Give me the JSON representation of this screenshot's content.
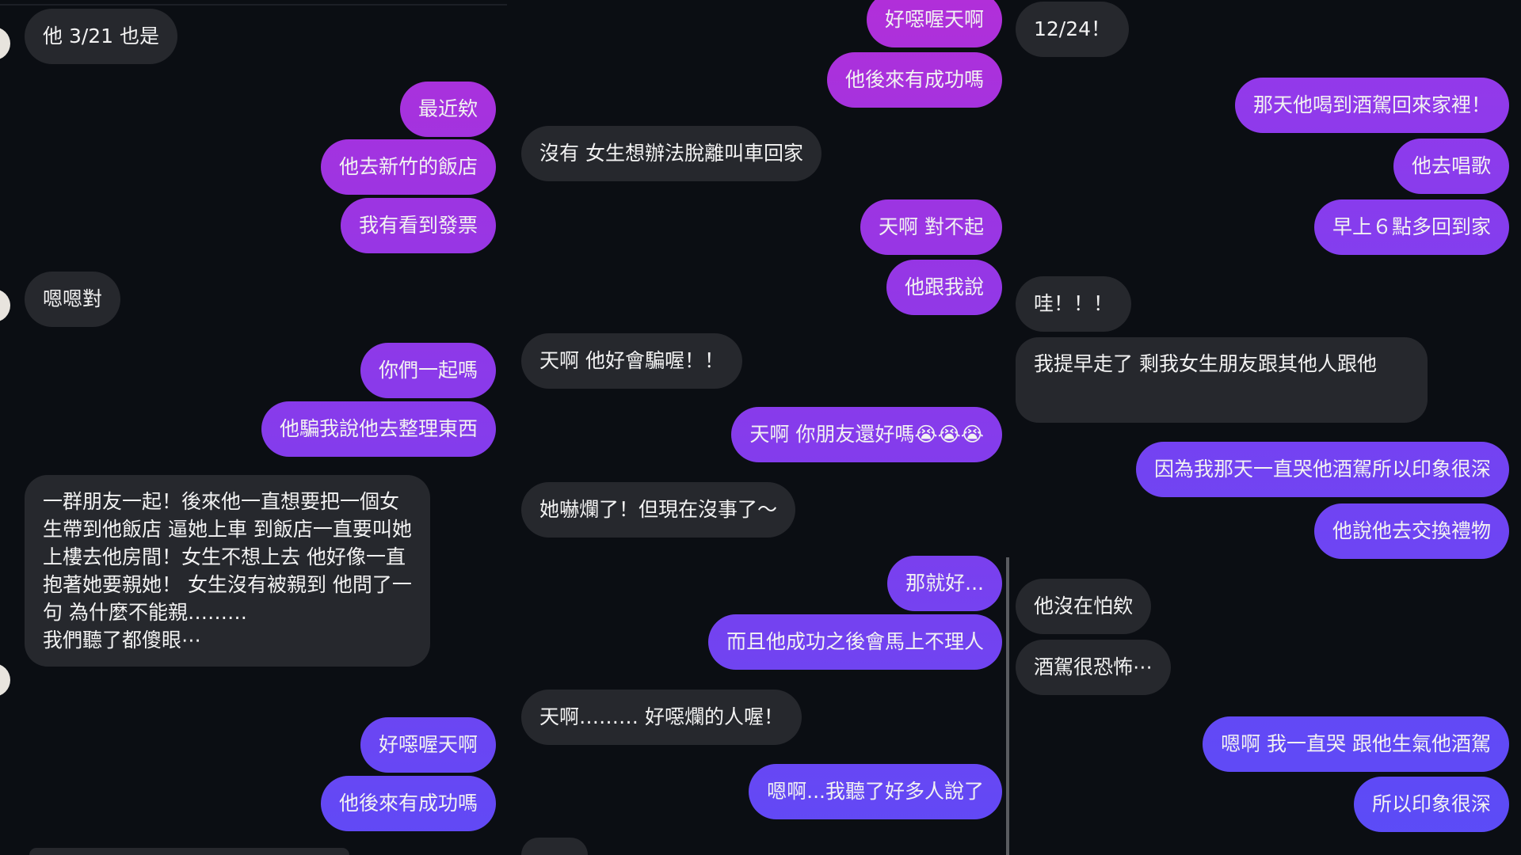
{
  "colors": {
    "background": "#0b0e13",
    "received_bubble": "#26282d",
    "sent_gradient_top": "#b12fd9",
    "sent_gradient_bottom": "#5f4af6"
  },
  "col1": {
    "m": [
      "他 3/21 也是",
      "最近欸",
      "他去新竹的飯店",
      "我有看到發票",
      "嗯嗯對",
      "你們一起嗎",
      "他騙我說他去整理東西",
      "一群朋友一起！後來他一直想要把一個女生帶到他飯店 逼她上車 到飯店一直要叫她上樓去他房間！女生不想上去 他好像一直抱著她要親她！ 女生沒有被親到 他問了一句 為什麼不能親………",
      "我們聽了都傻眼⋯",
      "好噁喔天啊",
      "他後來有成功嗎"
    ]
  },
  "col2": {
    "m": [
      "好噁喔天啊",
      "他後來有成功嗎",
      "沒有 女生想辦法脫離叫車回家",
      "天啊 對不起",
      "他跟我說",
      "天啊 他好會騙喔！！",
      "天啊 你朋友還好嗎😭😭😭",
      "她嚇爛了！但現在沒事了～",
      "那就好...",
      "而且他成功之後會馬上不理人",
      "天啊……… 好噁爛的人喔！",
      "嗯啊...我聽了好多人說了"
    ]
  },
  "col3": {
    "m": [
      "12/24！",
      "那天他喝到酒駕回來家裡！",
      "他去唱歌",
      "早上６點多回到家",
      "哇！！！",
      "我提早走了 剩我女生朋友跟其他人跟他",
      "因為我那天一直哭他酒駕所以印象很深",
      "他說他去交換禮物",
      "他沒在怕欸",
      "酒駕很恐怖⋯",
      "嗯啊 我一直哭 跟他生氣他酒駕",
      "所以印象很深"
    ]
  }
}
